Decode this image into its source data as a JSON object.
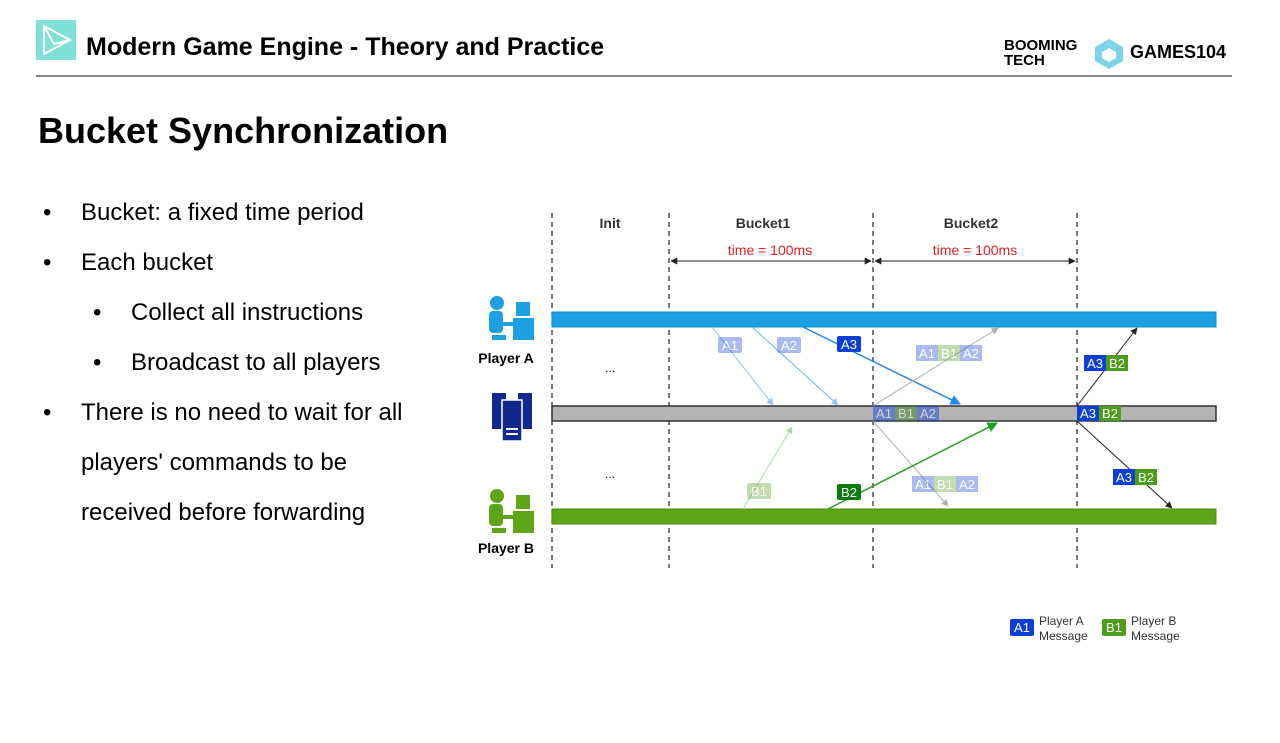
{
  "header": {
    "title": "Modern Game Engine - Theory and Practice",
    "brand_booming": [
      "BOOMING",
      "TECH"
    ],
    "brand_games": "GAMES104"
  },
  "slide": {
    "title": "Bucket Synchronization",
    "bullets": [
      {
        "text": "Bucket: a fixed time period",
        "level": 1
      },
      {
        "text": "Each bucket",
        "level": 1
      },
      {
        "text": "Collect all instructions",
        "level": 2
      },
      {
        "text": "Broadcast to all players",
        "level": 2
      },
      {
        "text": "There is no need to wait for all",
        "level": 1
      },
      {
        "text": "players' commands to be",
        "level": 0
      },
      {
        "text": "received before forwarding",
        "level": 0
      }
    ]
  },
  "diagram": {
    "columns": [
      "Init",
      "Bucket1",
      "Bucket2"
    ],
    "durations": [
      "time = 100ms",
      "time = 100ms"
    ],
    "players": [
      "Player A",
      "Player B"
    ],
    "ellipsis": "...",
    "messages": {
      "a1": "A1",
      "a2": "A2",
      "a3": "A3",
      "b1": "B1",
      "b2": "B2"
    },
    "colors": {
      "player_a": "#1ba1e2",
      "server": "#b3b3b3",
      "player_b": "#5ea618",
      "msg_a": "#0b3fd6",
      "msg_b": "#4f9e1a",
      "duration": "#e02020"
    }
  },
  "legend": {
    "a_tag": "A1",
    "a_text": [
      "Player A",
      "Message"
    ],
    "b_tag": "B1",
    "b_text": [
      "Player B",
      "Message"
    ]
  }
}
